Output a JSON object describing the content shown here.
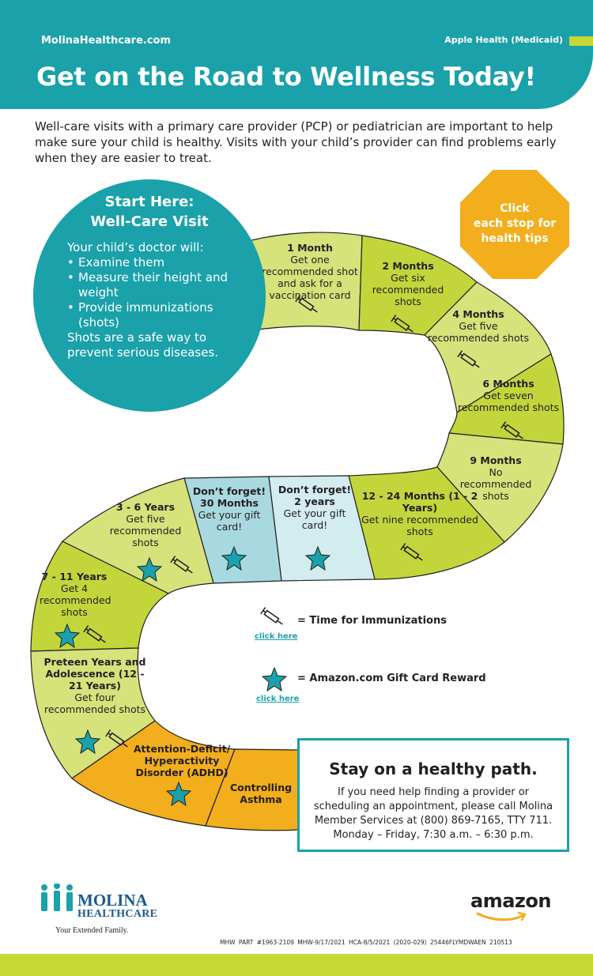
{
  "header": {
    "site_url": "MolinaHealthcare.com",
    "program": "Apple Health (Medicaid)",
    "title": "Get on the Road to Wellness Today!"
  },
  "intro": "Well-care visits with a primary care provider (PCP) or pediatrician are important to help make sure your child is healthy. Visits with your child’s provider can find problems early when they are easier to treat.",
  "start": {
    "title_line1": "Start Here:",
    "title_line2": "Well-Care Visit",
    "lead": "Your child’s doctor will:",
    "bullets": [
      "Examine them",
      "Measure their height and weight",
      "Provide immunizations (shots)"
    ],
    "closing": "Shots are a safe way to prevent serious diseases."
  },
  "callout": {
    "line1": "Click",
    "line2": "each stop for",
    "line3": "health tips"
  },
  "stops": [
    {
      "title": "1 Month",
      "desc": "Get one recommended shot and ask for a vaccination card"
    },
    {
      "title": "2 Months",
      "desc": "Get six recommended shots"
    },
    {
      "title": "4 Months",
      "desc": "Get five recommended shots"
    },
    {
      "title": "6 Months",
      "desc": "Get seven recommended shots"
    },
    {
      "title": "9 Months",
      "desc": "No recommended shots"
    },
    {
      "title": "12 - 24 Months (1 - 2 Years)",
      "desc": "Get nine recommended shots"
    },
    {
      "title": "Don’t forget! 2 years",
      "desc": "Get your gift card!"
    },
    {
      "title": "Don’t forget! 30 Months",
      "desc": "Get your gift card!"
    },
    {
      "title": "3 - 6 Years",
      "desc": "Get five recommended shots"
    },
    {
      "title": "7 - 11 Years",
      "desc": "Get 4 recommended shots"
    },
    {
      "title": "Preteen Years and Adolescence (12 - 21 Years)",
      "desc": "Get four recommended shots"
    },
    {
      "title": "Attention-Deficit/ Hyperactivity Disorder (ADHD)",
      "desc": ""
    },
    {
      "title": "Controlling Asthma",
      "desc": ""
    }
  ],
  "legend": {
    "immunizations": "= Time for Immunizations",
    "giftcard": "= Amazon.com Gift Card Reward",
    "click_here": "click here"
  },
  "cta": {
    "title": "Stay on a healthy path.",
    "body": "If you need help finding a provider or scheduling an appointment, please call Molina Member Services at (800) 869-7165, TTY 711. Monday – Friday, 7:30 a.m. – 6:30 p.m."
  },
  "brand": {
    "molina_line1": "MOLINA",
    "molina_line2": "HEALTHCARE",
    "tagline": "Your Extended Family.",
    "amazon": "amazon"
  },
  "footer": {
    "codes": "MHW PART #1963-2109 MHW-9/17/2021 HCA-8/5/2021 (2020-029)    25446FLYMDWAEN 210513"
  },
  "colors": {
    "teal": "#1aa1aa",
    "lime_light": "#d6e27a",
    "lime": "#c2d63b",
    "blue_light": "#a9d9e0",
    "orange": "#f2ae1c",
    "footer": "#c6d836"
  },
  "icons": [
    "syringe-icon",
    "star-icon",
    "molina-people-icon",
    "amazon-smile-icon"
  ]
}
